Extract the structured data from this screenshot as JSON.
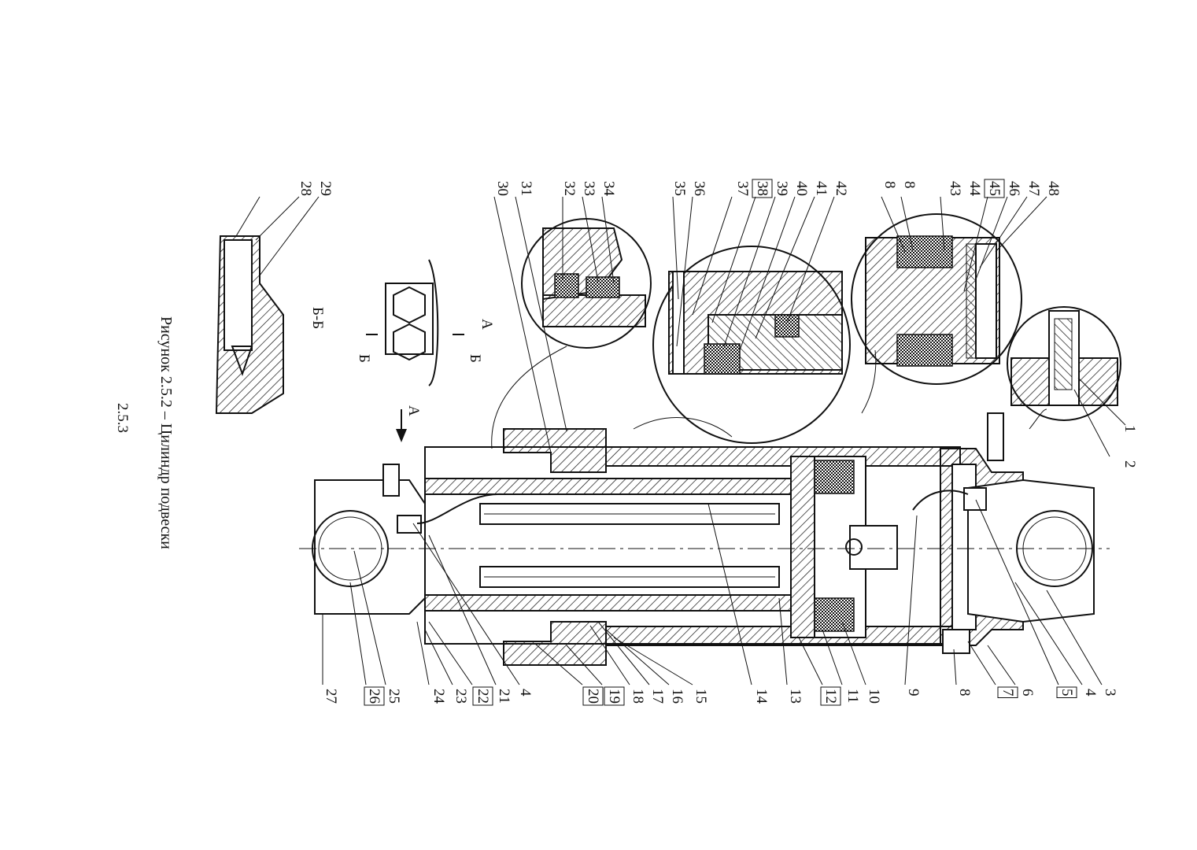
{
  "caption": "Рисунок 2.5.2 – Цилиндр подвески",
  "page_number": "2.5.3",
  "view_a_label": "А",
  "section_label": "Б-Б",
  "cut_mark": "Б",
  "arrow_a_label": "А",
  "callouts_top": [
    "1",
    "2",
    "48",
    "47",
    "46",
    "45",
    "44",
    "43",
    "8",
    "8",
    "42",
    "41",
    "40",
    "39",
    "38",
    "37",
    "36",
    "35",
    "34",
    "33",
    "32",
    "31",
    "30",
    "29",
    "28"
  ],
  "callouts_bottom": [
    "3",
    "4",
    "5",
    "6",
    "7",
    "8",
    "9",
    "10",
    "11",
    "12",
    "13",
    "14",
    "15",
    "16",
    "17",
    "18",
    "19",
    "20",
    "4",
    "21",
    "22",
    "23",
    "24",
    "25",
    "26",
    "27"
  ],
  "boxed_labels": [
    "45",
    "38",
    "5",
    "7",
    "12",
    "19",
    "20",
    "22",
    "26"
  ]
}
